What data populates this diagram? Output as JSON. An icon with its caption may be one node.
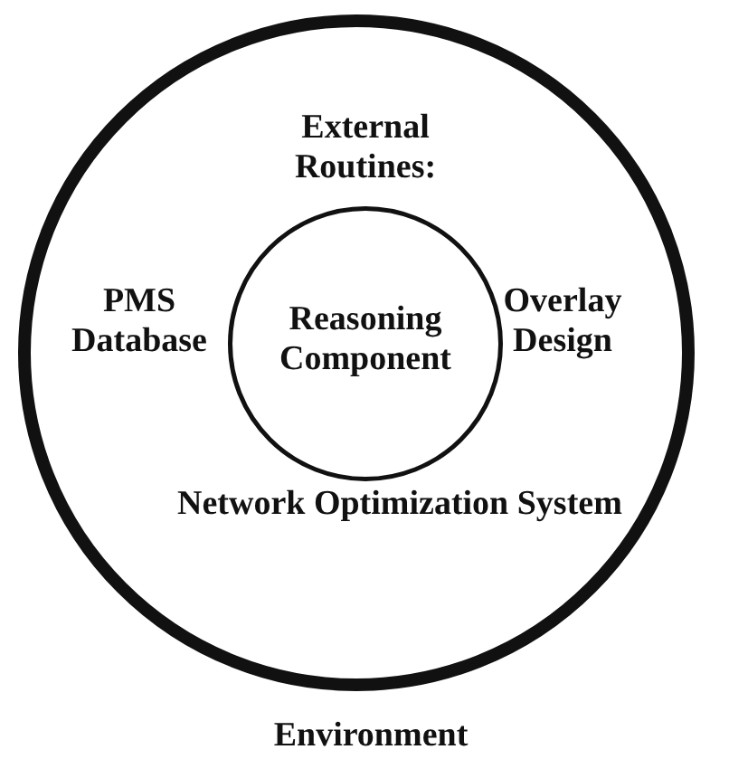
{
  "diagram": {
    "nodes": [
      {
        "text": [
          "External Routines:",
          "PMS Database",
          "Overlay Design",
          "Network Optimization System"
        ],
        "beside": [
          "Environment"
        ]
      },
      {
        "text": [
          "Reasoning Component"
        ],
        "in": 0
      }
    ]
  }
}
